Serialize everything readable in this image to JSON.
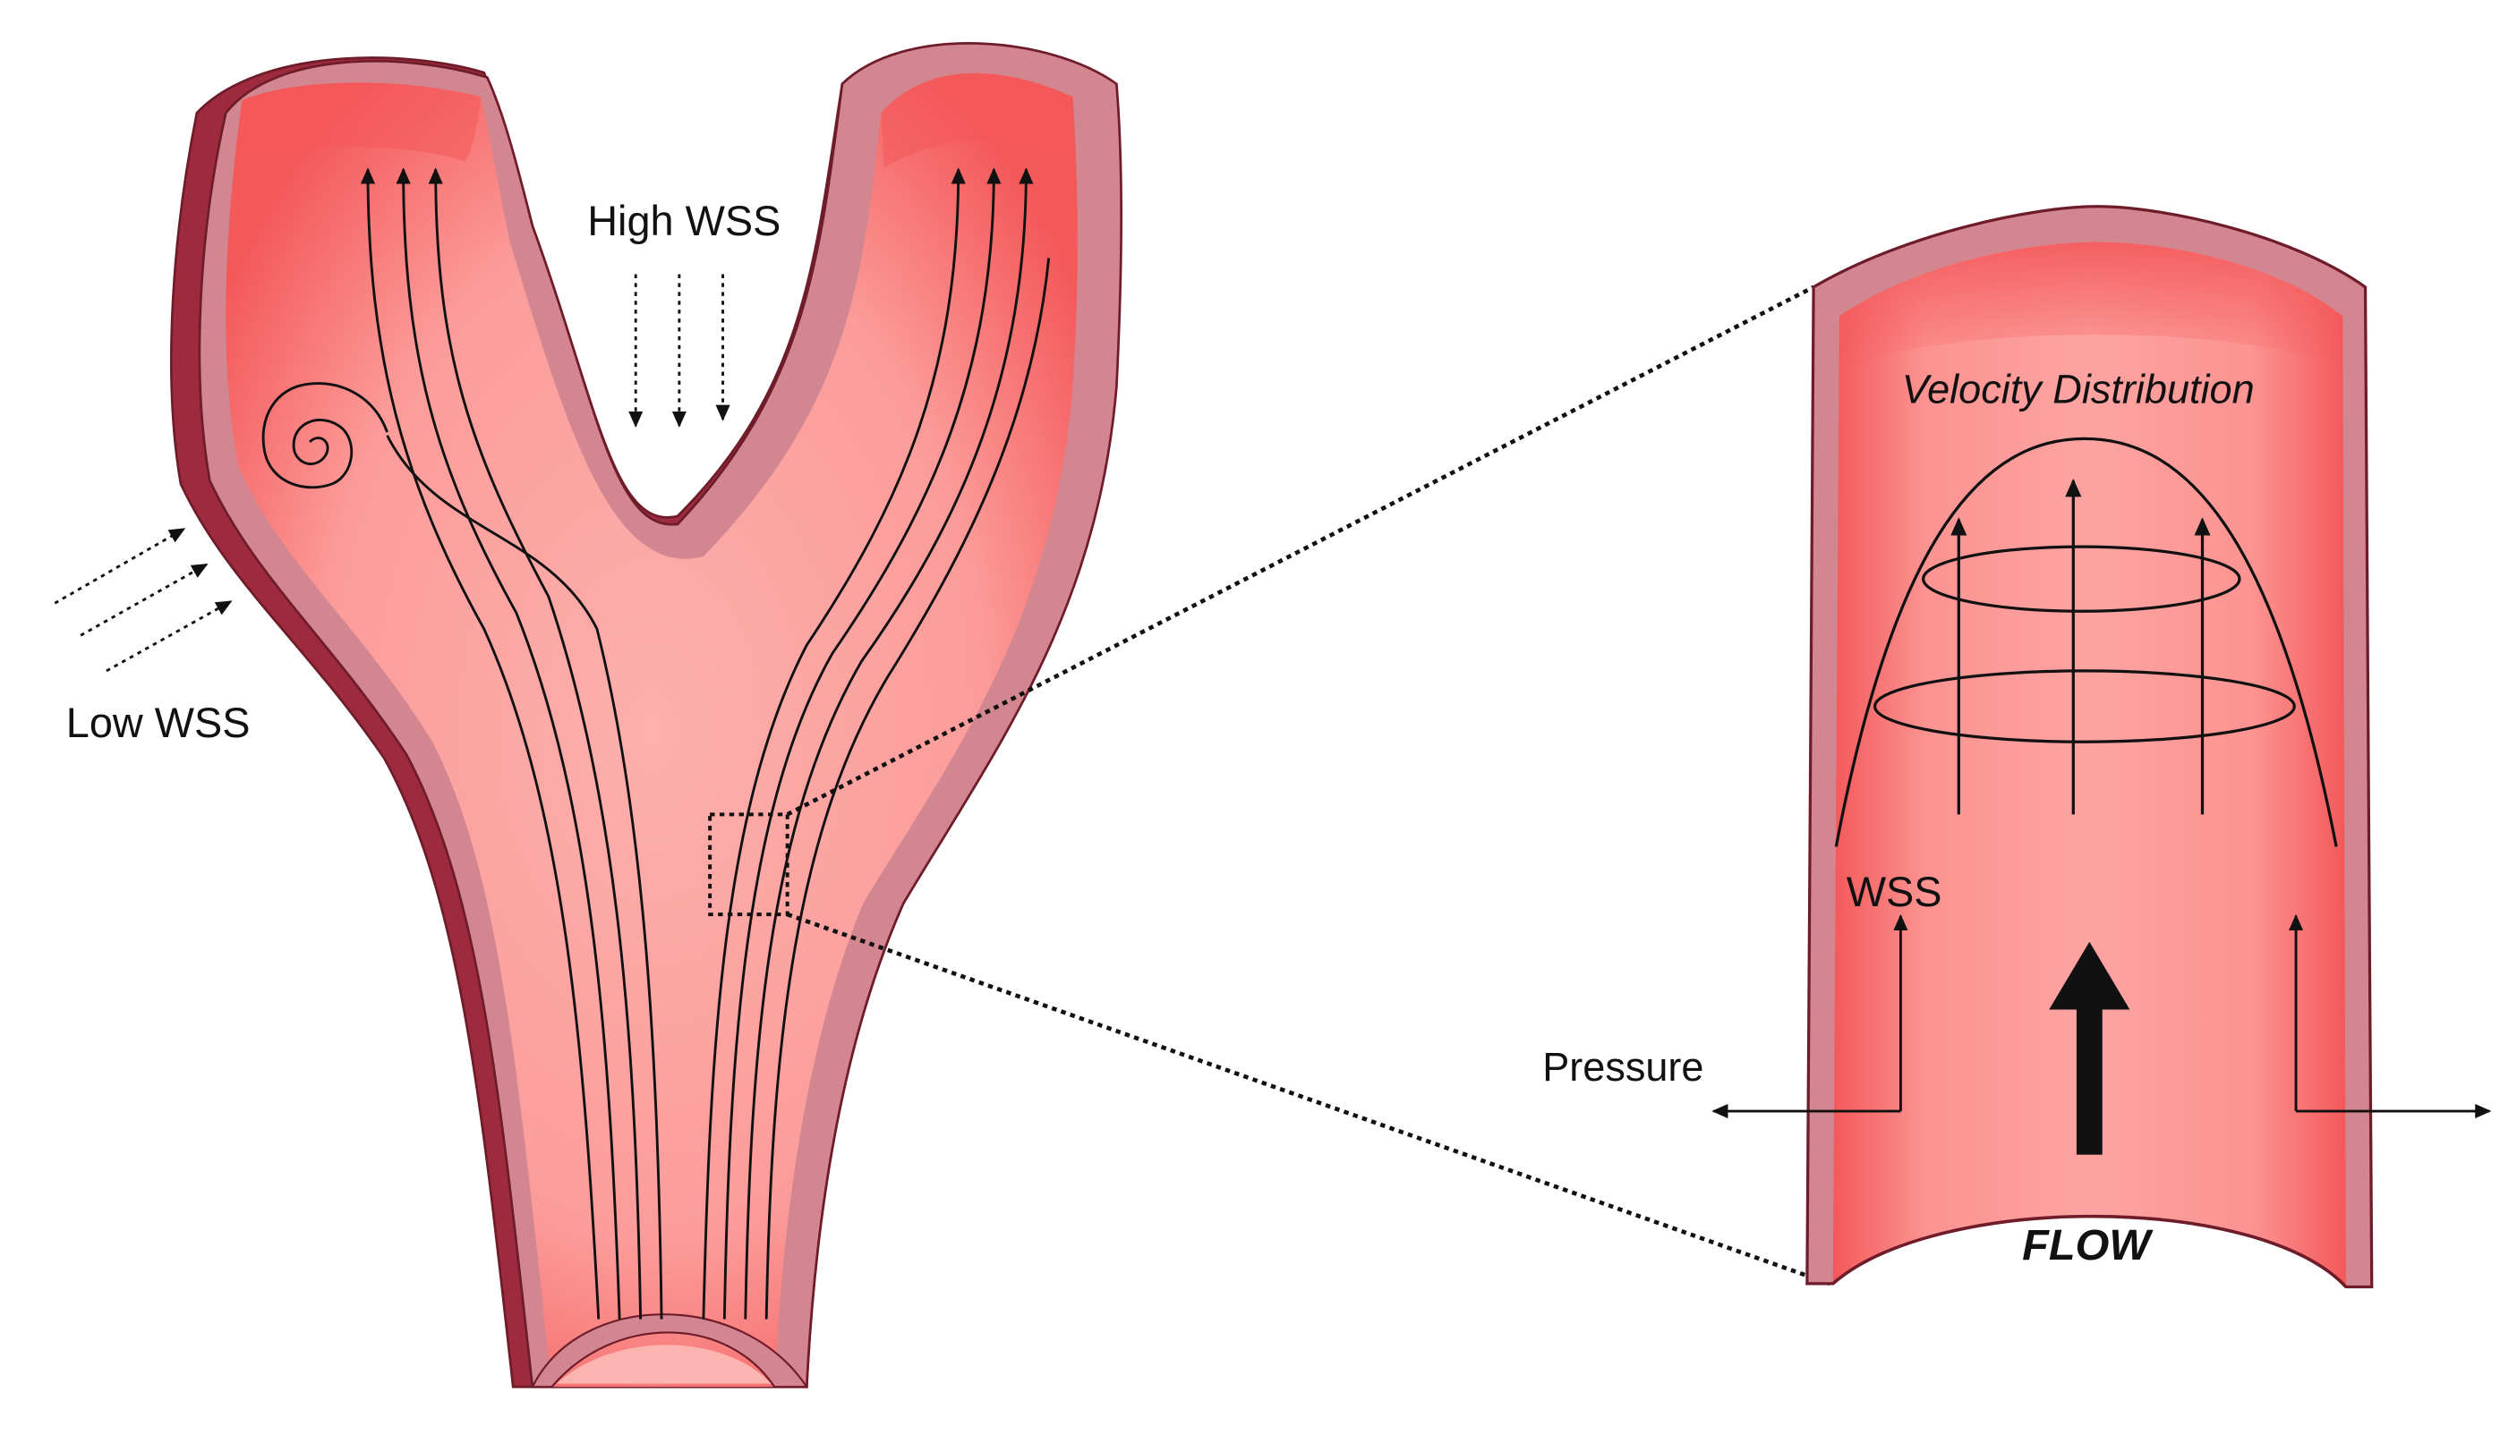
{
  "labels": {
    "high_wss": "High WSS",
    "low_wss": "Low WSS",
    "velocity_distribution": "Velocity Distribution",
    "wss": "WSS",
    "pressure": "Pressure",
    "flow": "FLOW"
  },
  "colors": {
    "lumen_center": "#fdb0ad",
    "lumen_edge": "#f6585a",
    "wall_outer": "#9e2b3d",
    "wall_inner": "#d2868f",
    "wall_stroke": "#6f1c2a",
    "ink": "#111111"
  }
}
